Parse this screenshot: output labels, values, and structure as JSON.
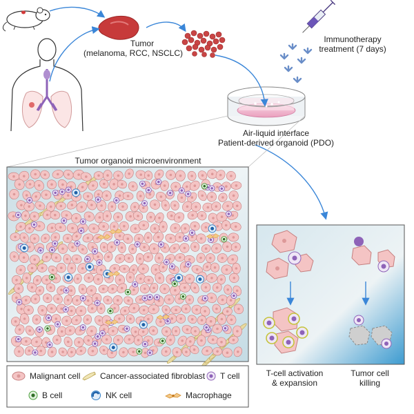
{
  "labels": {
    "tumor": "Tumor",
    "tumor_types": "(melanoma, RCC, NSCLC)",
    "immunotherapy_line1": "Immunotherapy",
    "immunotherapy_line2": "treatment (7 days)",
    "ali_line1": "Air-liquid interface",
    "ali_line2": "Patient-derived organoid (PDO)",
    "microenvironment": "Tumor organoid microenvironment",
    "activation_line1": "T-cell activation",
    "activation_line2": "& expansion",
    "killing_line1": "Tumor cell",
    "killing_line2": "killing"
  },
  "legend": [
    {
      "icon": "malignant-cell-icon",
      "label": "Malignant cell"
    },
    {
      "icon": "fibroblast-icon",
      "label": "Cancer-associated fibroblast"
    },
    {
      "icon": "t-cell-icon",
      "label": "T cell"
    },
    {
      "icon": "b-cell-icon",
      "label": "B cell"
    },
    {
      "icon": "nk-cell-icon",
      "label": "NK cell"
    },
    {
      "icon": "macrophage-icon",
      "label": "Macrophage"
    }
  ],
  "colors": {
    "malignant_fill": "#f4c4c4",
    "malignant_stroke": "#c67f7f",
    "t_cell": "#8e63b8",
    "b_cell": "#4a9e3c",
    "nk_cell": "#2f7fc7",
    "fibroblast": "#e8d9a0",
    "macrophage": "#e3a74a",
    "arrow": "#3a86d8",
    "panel_bg": "#dde9ee"
  }
}
